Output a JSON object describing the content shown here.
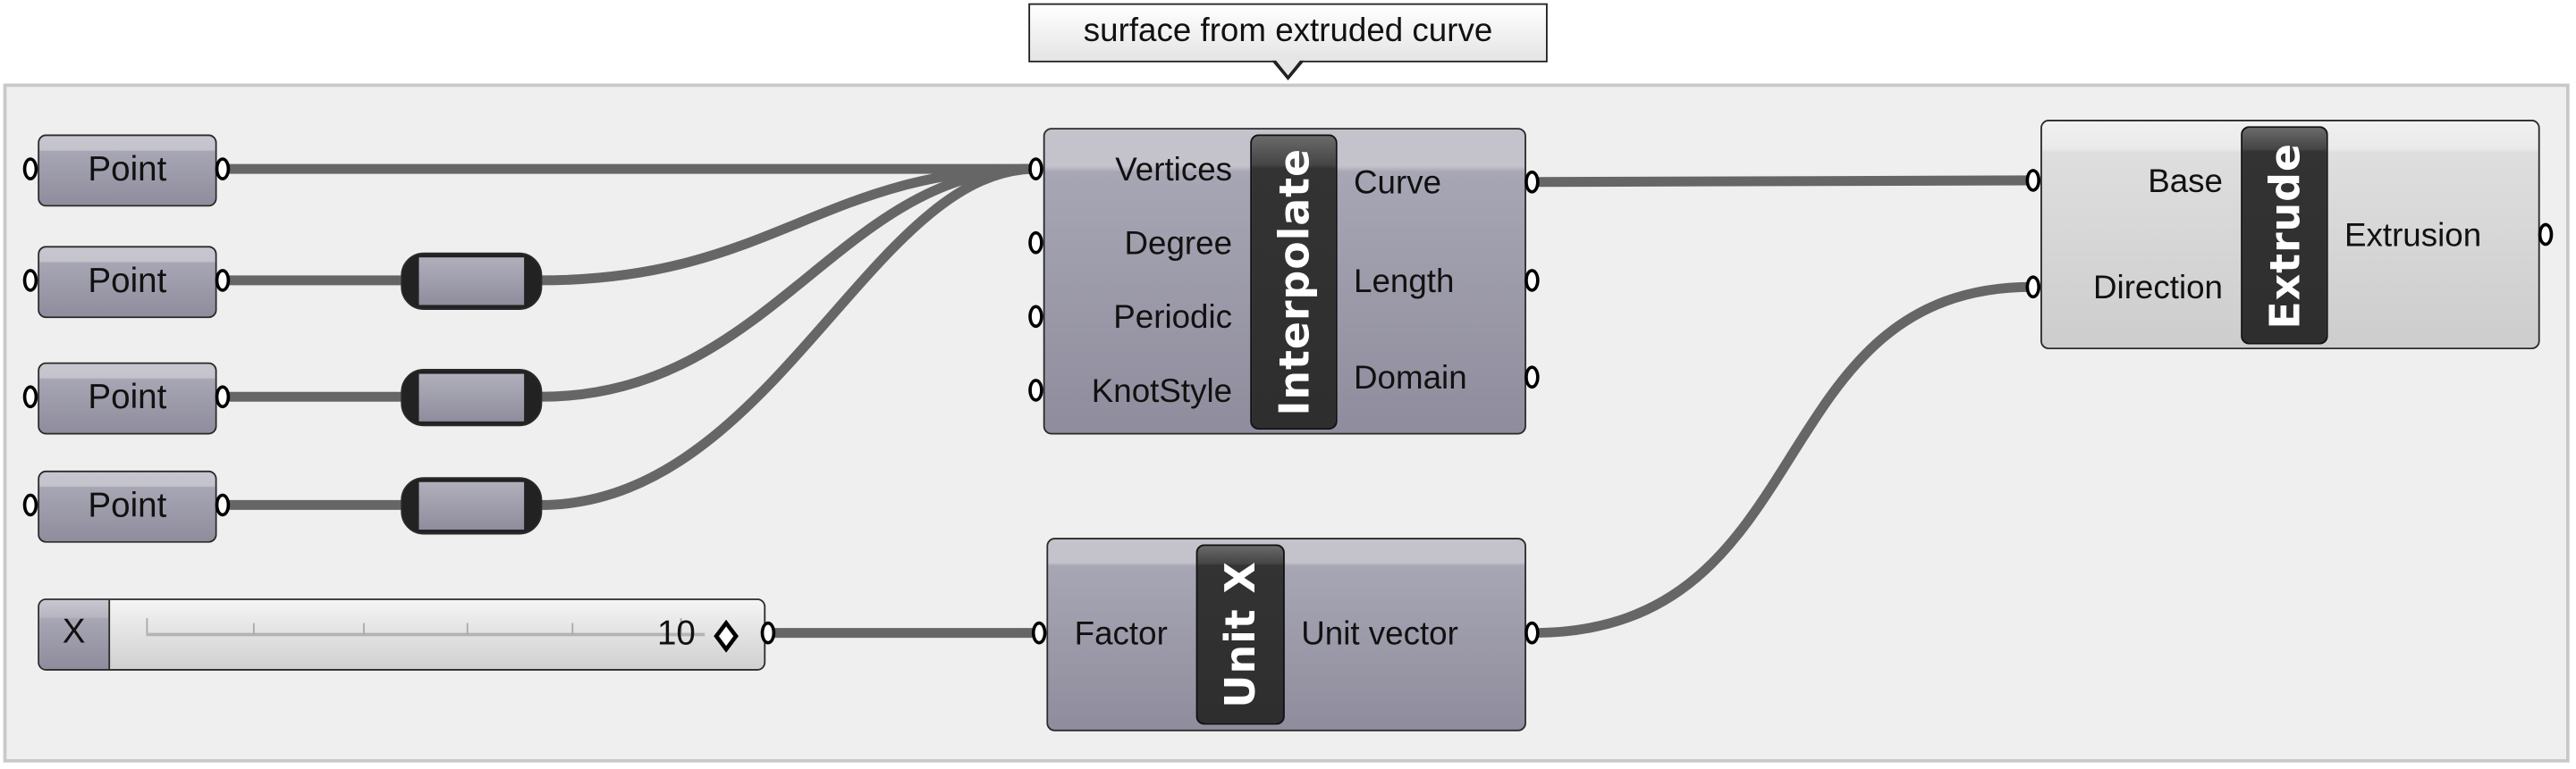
{
  "group": {
    "label": "surface from extruded curve"
  },
  "points": [
    {
      "label": "Point"
    },
    {
      "label": "Point"
    },
    {
      "label": "Point"
    },
    {
      "label": "Point"
    }
  ],
  "interpolate": {
    "title": "Interpolate",
    "inputs": [
      "Vertices",
      "Degree",
      "Periodic",
      "KnotStyle"
    ],
    "outputs": [
      "Curve",
      "Length",
      "Domain"
    ]
  },
  "extrude": {
    "title": "Extrude",
    "inputs": [
      "Base",
      "Direction"
    ],
    "outputs": [
      "Extrusion"
    ]
  },
  "unit_x": {
    "title": "Unit X",
    "inputs": [
      "Factor"
    ],
    "outputs": [
      "Unit vector"
    ]
  },
  "slider": {
    "name": "X",
    "value": "10",
    "grip_fraction": 1.0,
    "grip_icon": "diamond-icon"
  },
  "colors": {
    "wire": "#666666",
    "canvas": "#efefef",
    "component": "#9d9bab",
    "strip": "#333333"
  }
}
